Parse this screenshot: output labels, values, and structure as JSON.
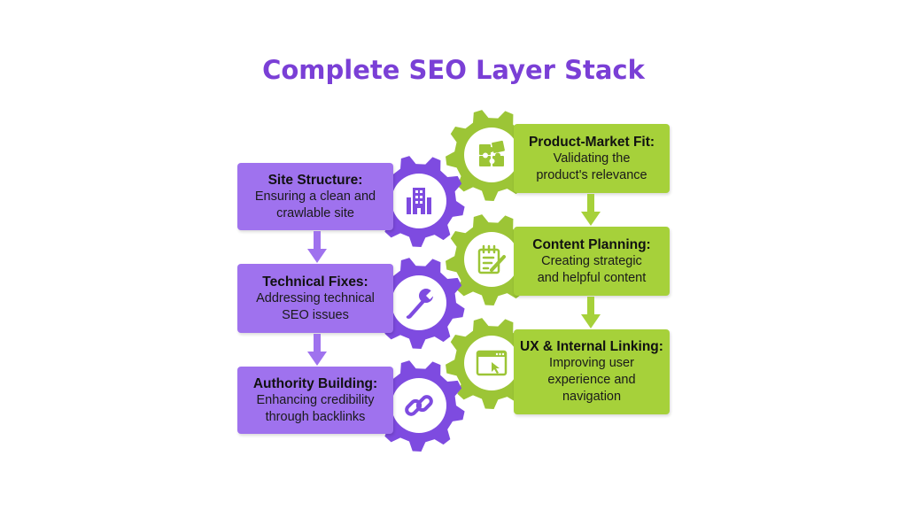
{
  "title": "Complete SEO Layer Stack",
  "colors": {
    "title": "#7a3fd6",
    "purple_box": "#9f72ee",
    "purple_gear": "#7e4be0",
    "green_box": "#a6d13a",
    "green_gear": "#9cc536"
  },
  "left_stack": [
    {
      "heading": "Site Structure:",
      "line1": "Ensuring a clean and",
      "line2": "crawlable site",
      "icon": "building-icon"
    },
    {
      "heading": "Technical Fixes:",
      "line1": "Addressing technical",
      "line2": "SEO issues",
      "icon": "wrench-icon"
    },
    {
      "heading": "Authority Building:",
      "line1": "Enhancing credibility",
      "line2": "through backlinks",
      "icon": "link-icon"
    }
  ],
  "right_stack": [
    {
      "heading": "Product-Market Fit:",
      "line1": "Validating the",
      "line2": "product's relevance",
      "icon": "puzzle-icon"
    },
    {
      "heading": "Content Planning:",
      "line1": "Creating strategic",
      "line2": "and helpful content",
      "icon": "notepad-pencil-icon"
    },
    {
      "heading": "UX & Internal Linking:",
      "line1": "Improving user",
      "line2": "experience and",
      "line3": "navigation",
      "icon": "browser-cursor-icon"
    }
  ]
}
